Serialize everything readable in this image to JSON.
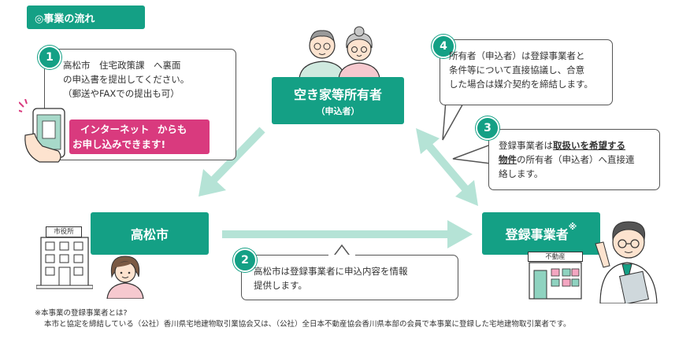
{
  "header": {
    "title": "◎事業の流れ"
  },
  "nodes": {
    "owner": {
      "title": "空き家等所有者",
      "sub": "（申込者）"
    },
    "city": {
      "title": "高松市",
      "building_sign": "市役所"
    },
    "agent": {
      "title": "登録事業者",
      "mark": "※",
      "shop_sign": "不動産"
    }
  },
  "steps": {
    "s1": {
      "num": "1",
      "line1": "高松市　住宅政策課　へ裏面",
      "line2": "の申込書を提出してください。",
      "line3": "（郵送やFAXでの提出も可）"
    },
    "internet": {
      "line1a": "インターネット",
      "line1b": "からも",
      "line2": "お申し込みできます!"
    },
    "s2": {
      "num": "2",
      "line1": "高松市は登録事業者に申込内容を情報",
      "line2": "提供します。"
    },
    "s3": {
      "num": "3",
      "line1a": "登録事業者は",
      "line1b": "取扱いを希望する",
      "line2a": "物件",
      "line2b": "の所有者（申込者）へ直接連",
      "line3": "絡します。"
    },
    "s4": {
      "num": "4",
      "line1": "所有者（申込者）は登録事業者と",
      "line2": "条件等について直接協議し、合意",
      "line3": "した場合は媒介契約を締結します。"
    }
  },
  "note": {
    "line1": "※本事業の登録事業者とは?",
    "line2": "本市と協定を締結している（公社）香川県宅地建物取引業協会又は、（公社）全日本不動産協会香川県本部の会員で本事業に登録した宅地建物取引業者です。"
  },
  "colors": {
    "accent": "#14a085",
    "arrow": "#b5e3d6",
    "pink": "#d93a7e"
  }
}
